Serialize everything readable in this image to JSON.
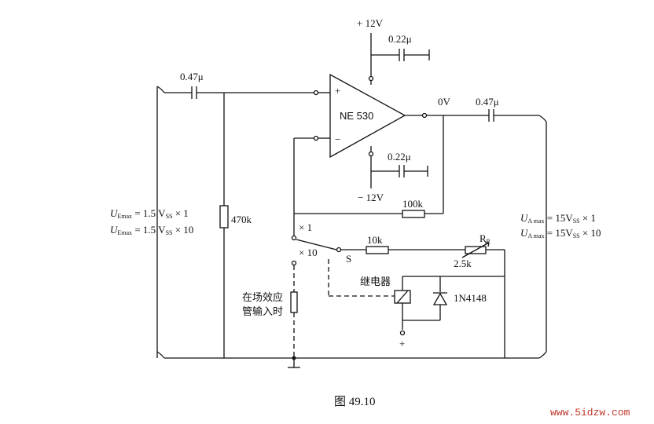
{
  "title": "图 49.10",
  "watermark": "www.5idzw.com",
  "opamp": {
    "name": "NE 530",
    "plus": "+",
    "minus": "−"
  },
  "supply": {
    "pos": "+ 12V",
    "neg": "− 12V"
  },
  "capacitors": {
    "c_in": "0.47μ",
    "c_out": "0.47μ",
    "c_pos": "0.22μ",
    "c_neg": "0.22μ"
  },
  "resistors": {
    "r_in": "470k",
    "r_fb": "100k",
    "r_10k": "10k",
    "rp": "R",
    "rp_sub": "P",
    "rp_value": "2.5k"
  },
  "out_level": "0V",
  "switch": {
    "x1": "× 1",
    "x10": "× 10",
    "name": "S"
  },
  "relay_label": "继电器",
  "diode": "1N4148",
  "relay_plus": "+",
  "fet_note_1": "在场效应",
  "fet_note_2": "管输入时",
  "input_eq": {
    "line1": {
      "u": "U",
      "sub": "Emax",
      "rest": " = 1.5 V",
      "vsub": "SS",
      "mult": " × 1"
    },
    "line2": {
      "u": "U",
      "sub": "Emax",
      "rest": " = 1.5 V",
      "vsub": "SS",
      "mult": " × 10"
    }
  },
  "output_eq": {
    "line1": {
      "u": "U",
      "sub": "A max",
      "rest": " = 15V",
      "vsub": "SS",
      "mult": " × 1"
    },
    "line2": {
      "u": "U",
      "sub": "A max",
      "rest": " = 15V",
      "vsub": "SS",
      "mult": " × 10"
    }
  }
}
